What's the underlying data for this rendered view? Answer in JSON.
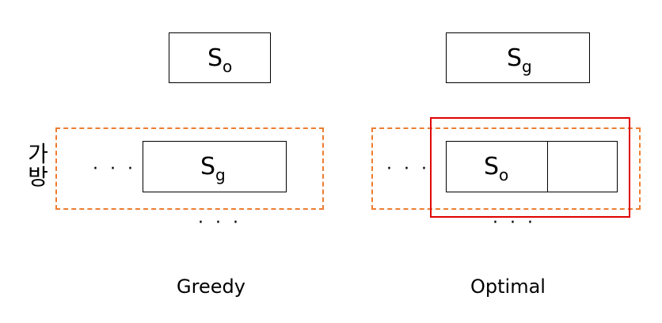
{
  "diagram": {
    "greedy": {
      "top_box": {
        "main": "S",
        "sub": "o"
      },
      "inner_box": {
        "main": "S",
        "sub": "g"
      },
      "row_dots": "· · ·",
      "below_dots": "· · ·",
      "caption": "Greedy"
    },
    "optimal": {
      "top_box": {
        "main": "S",
        "sub": "g"
      },
      "inner_box": {
        "main": "S",
        "sub": "o"
      },
      "row_dots": "· · ·",
      "below_dots": "· · ·",
      "caption": "Optimal"
    },
    "side_label": [
      "가",
      "방"
    ]
  },
  "colors": {
    "dashed_border": "#ED7D31",
    "highlight_border": "#E00000",
    "box_border": "#000000"
  }
}
